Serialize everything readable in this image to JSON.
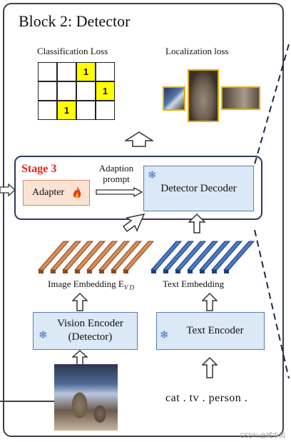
{
  "title": "Block 2: Detector",
  "classification_loss": "Classification Loss",
  "localization_loss": "Localization loss",
  "grid_value": "1",
  "stage_label": "Stage 3",
  "adaption_prompt": [
    "Adaption",
    "prompt"
  ],
  "adapter_label": "Adapter",
  "detector_decoder": "Detector Decoder",
  "image_embedding": "Image Embedding E",
  "image_embedding_sub": "V D",
  "text_embedding": "Text Embedding",
  "vision_encoder": [
    "Vision Encoder",
    "(Detector)"
  ],
  "text_encoder": "Text Encoder",
  "text_input": "cat . tv . person .",
  "watermark": "CSDN @城中风",
  "colors": {
    "highlight": "#ffff00",
    "stage": "#e8211a",
    "snowflake": "#3f72c7",
    "image_tokens": "#d98a55",
    "text_tokens": "#4a78c2"
  },
  "icons": [
    "snowflake-icon",
    "flame-icon",
    "up-arrow-icon",
    "right-arrow-icon"
  ]
}
